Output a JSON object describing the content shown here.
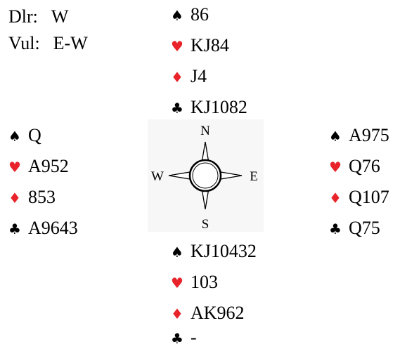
{
  "info": {
    "dealer_label": "Dlr:",
    "dealer_value": "W",
    "vul_label": "Vul:",
    "vul_value": "E-W"
  },
  "suit_symbols": {
    "spades": "♠",
    "hearts": "♥",
    "diamonds": "♦",
    "clubs": "♣"
  },
  "colors": {
    "red_suit": "#e8232a",
    "black_suit": "#000000"
  },
  "compass": {
    "north": "N",
    "south": "S",
    "east": "E",
    "west": "W"
  },
  "hands": {
    "north": {
      "spades": "86",
      "hearts": "KJ84",
      "diamonds": "J4",
      "clubs": "KJ1082"
    },
    "west": {
      "spades": "Q",
      "hearts": "A952",
      "diamonds": "853",
      "clubs": "A9643"
    },
    "east": {
      "spades": "A975",
      "hearts": "Q76",
      "diamonds": "Q107",
      "clubs": "Q75"
    },
    "south": {
      "spades": "KJ10432",
      "hearts": "103",
      "diamonds": "AK962",
      "clubs": "-"
    }
  }
}
